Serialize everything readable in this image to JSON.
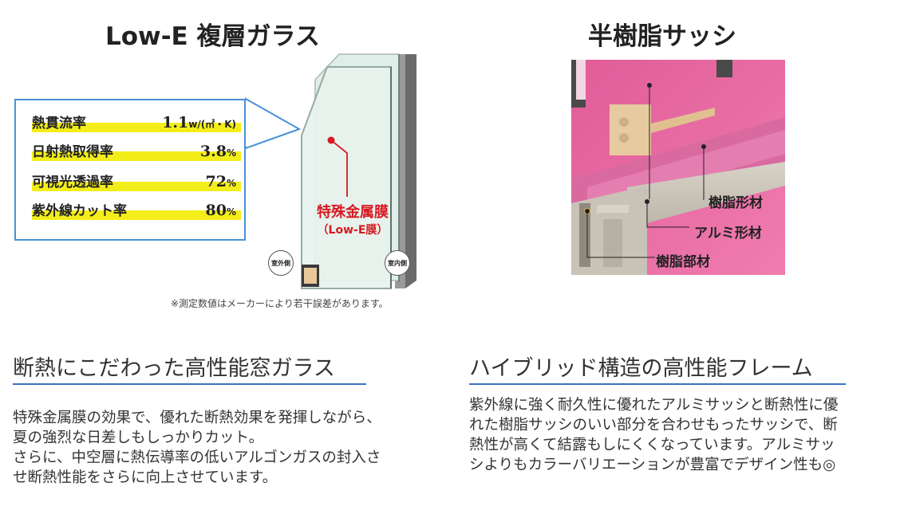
{
  "left": {
    "title": "Low-E 複層ガラス",
    "specs": [
      {
        "label": "熱貫流率",
        "value": "1.1",
        "unit": "w/(㎡・K)"
      },
      {
        "label": "日射熱取得率",
        "value": "3.8",
        "unit": "%"
      },
      {
        "label": "可視光透過率",
        "value": "72",
        "unit": "%"
      },
      {
        "label": "紫外線カット率",
        "value": "80",
        "unit": "%"
      }
    ],
    "film_label": "特殊金属膜",
    "film_sub": "（Low-E膜）",
    "outside_label": "室外側",
    "inside_label": "室内側",
    "note": "※測定数値はメーカーにより若干誤差があります。",
    "heading": "断熱にこだわった高性能窓ガラス",
    "body": [
      "特殊金属膜の効果で、優れた断熱効果を発揮しながら、",
      "夏の強烈な日差しもしっかりカット。",
      "さらに、中空層に熱伝導率の低いアルゴンガスの封入さ",
      "せ断熱性能をさらに向上させています。"
    ]
  },
  "right": {
    "title": "半樹脂サッシ",
    "callouts": [
      "樹脂形材",
      "アルミ形材",
      "樹脂部材"
    ],
    "heading": "ハイブリッド構造の高性能フレーム",
    "body": [
      "紫外線に強く耐久性に優れたアルミサッシと断熱性に優",
      "れた樹脂サッシのいい部分を合わせもったサッシで、断",
      "熱性が高くて結露もしにくくなっています。アルミサッ",
      "シよりもカラーバリエーションが豊富でデザイン性も◎"
    ]
  },
  "colors": {
    "accent_blue": "#3a72c4",
    "highlight_yellow": "#f3ee1a",
    "film_red": "#d71920",
    "resin_pink": "#e0689f"
  }
}
